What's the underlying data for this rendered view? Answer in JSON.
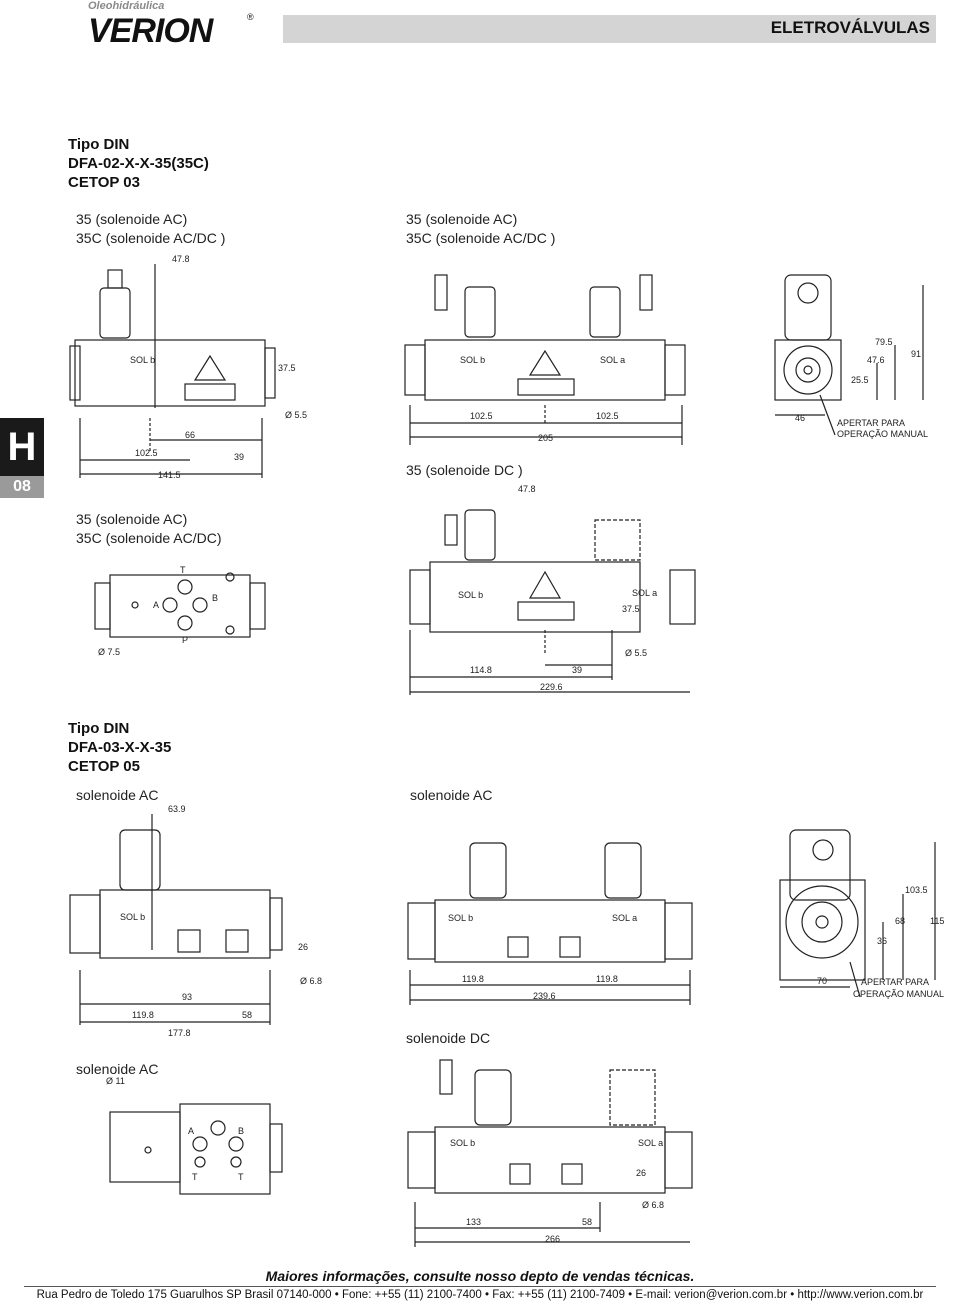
{
  "brand": {
    "tagline": "Oleohidráulica",
    "name": "VERION",
    "registered": "®"
  },
  "header": {
    "title": "ELETROVÁLVULAS"
  },
  "side_tab": {
    "letter": "H",
    "number": "08"
  },
  "section1": {
    "type_line": "Tipo DIN",
    "model_line": "DFA-02-X-X-35(35C)",
    "standard_line": "CETOP 03",
    "drawings": {
      "single_ac": {
        "line1": "35 (solenoide AC)",
        "line2": "35C (solenoide AC/DC )",
        "dims": [
          "47.8",
          "37.5",
          "Ø 5.5",
          "66",
          "39",
          "102.5",
          "141.5"
        ],
        "sol_b": "SOL b"
      },
      "double_ac": {
        "line1": "35 (solenoide AC)",
        "line2": "35C (solenoide AC/DC )",
        "dims": [
          "102.5",
          "102.5",
          "205"
        ],
        "sol_b": "SOL b",
        "sol_a": "SOL a"
      },
      "side_view": {
        "dims": [
          "79.5",
          "47.6",
          "91",
          "25.5",
          "46"
        ],
        "note_line1": "APERTAR PARA",
        "note_line2": "OPERAÇÃO MANUAL"
      },
      "dc_view": {
        "line1": "35 (solenoide DC )",
        "dims": [
          "47.8",
          "37.5",
          "Ø 5.5",
          "114.8",
          "39",
          "229.6"
        ],
        "sol_b": "SOL b",
        "sol_a": "SOL a"
      },
      "top_view": {
        "line1": "35 (solenoide AC)",
        "line2": "35C (solenoide AC/DC)",
        "dims": [
          "Ø 7.5"
        ],
        "ports": [
          "T",
          "A",
          "B",
          "P"
        ]
      }
    }
  },
  "section2": {
    "type_line": "Tipo DIN",
    "model_line": "DFA-03-X-X-35",
    "standard_line": "CETOP 05",
    "drawings": {
      "single_ac": {
        "line1": "solenoide AC",
        "dims": [
          "63.9",
          "26",
          "Ø 6.8",
          "93",
          "119.8",
          "58",
          "177.8"
        ],
        "sol_b": "SOL b"
      },
      "double_ac": {
        "line1": "solenoide AC",
        "dims": [
          "119.8",
          "119.8",
          "239.6"
        ],
        "sol_b": "SOL b",
        "sol_a": "SOL a"
      },
      "side_view": {
        "dims": [
          "103.5",
          "68",
          "115",
          "36",
          "70"
        ],
        "note_line1": "APERTAR PARA",
        "note_line2": "OPERAÇÃO MANUAL"
      },
      "dc_view": {
        "line1": "solenoide DC",
        "dims": [
          "26",
          "Ø 6.8",
          "133",
          "58",
          "266"
        ],
        "sol_b": "SOL b",
        "sol_a": "SOL a"
      },
      "top_view": {
        "line1": "solenoide AC",
        "dims": [
          "Ø 11"
        ],
        "ports": [
          "A",
          "B",
          "T",
          "T"
        ]
      }
    }
  },
  "footer": {
    "note": "Maiores informações, consulte nosso depto de vendas técnicas.",
    "address": "Rua Pedro de Toledo 175 Guarulhos SP Brasil 07140-000 • Fone: ++55 (11) 2100-7400 • Fax: ++55 (11) 2100-7409 • E-mail: verion@verion.com.br • http://www.verion.com.br"
  }
}
